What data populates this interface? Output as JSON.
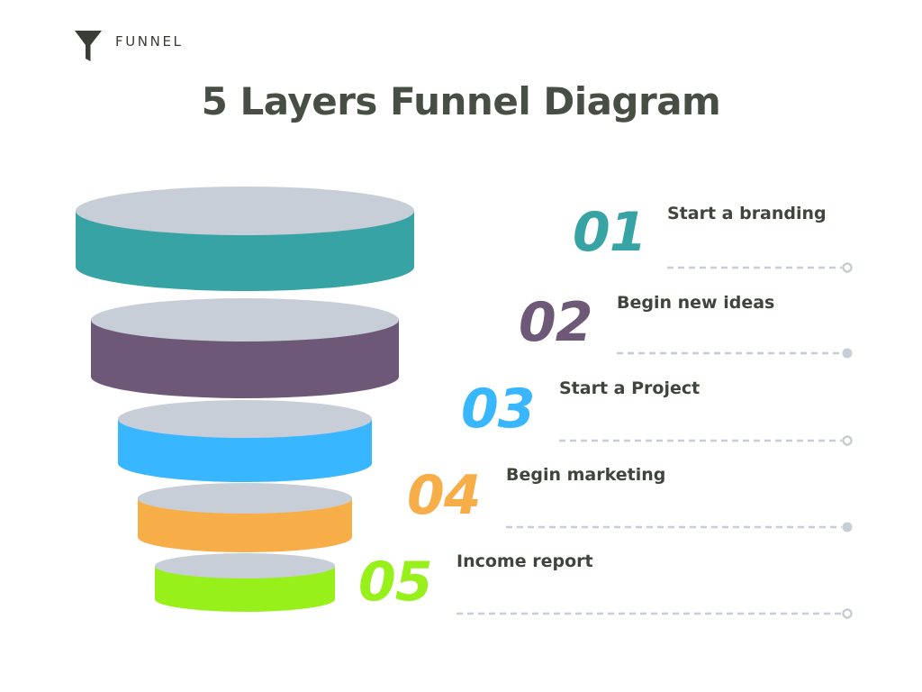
{
  "brand": {
    "icon": "funnel-icon",
    "label": "FUNNEL",
    "color": "#3a3d35"
  },
  "title": "5 Layers Funnel Diagram",
  "colors": {
    "title": "#474f44",
    "label": "#3e453b",
    "disc_top": "#c8ced8",
    "connector": "#c8ced8"
  },
  "layers": [
    {
      "number": "01",
      "label": "Start a branding",
      "color": "#38a3a5",
      "end_marker": "ring"
    },
    {
      "number": "02",
      "label": "Begin new ideas",
      "color": "#6d5878",
      "end_marker": "dot"
    },
    {
      "number": "03",
      "label": "Start a Project",
      "color": "#38b6ff",
      "end_marker": "ring"
    },
    {
      "number": "04",
      "label": "Begin marketing",
      "color": "#f8ae48",
      "end_marker": "dot"
    },
    {
      "number": "05",
      "label": "Income report",
      "color": "#97f01a",
      "end_marker": "ring"
    }
  ]
}
